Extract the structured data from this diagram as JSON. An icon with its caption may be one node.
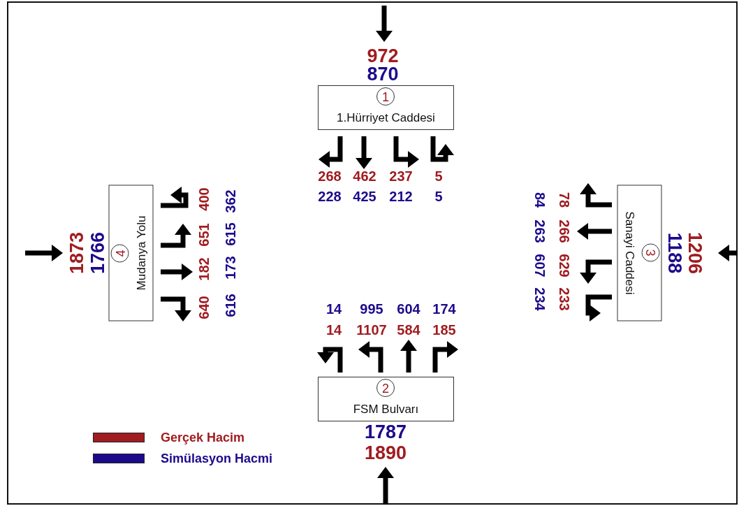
{
  "diagram": {
    "nodes": [
      {
        "text": [
          "1",
          "1.Hürriyet Caddesi"
        ],
        "beside": [
          "972",
          "870"
        ]
      },
      {
        "text": [
          "4",
          "Mudanya Yolu"
        ],
        "beside": [
          "1873",
          "1766"
        ]
      },
      {
        "text": [
          "3",
          "Sanayi Caddesi"
        ],
        "beside": [
          "1206",
          "1188"
        ]
      },
      {
        "text": [
          "2",
          "FSM Bulvarı"
        ],
        "beside": [
          "1787",
          "1890"
        ]
      }
    ],
    "labels": [
      "268",
      "462",
      "237",
      "5",
      "228",
      "425",
      "212",
      "5",
      "400",
      "651",
      "182",
      "640",
      "362",
      "615",
      "173",
      "616",
      "84",
      "263",
      "607",
      "234",
      "78",
      "266",
      "629",
      "233",
      "14",
      "995",
      "604",
      "174",
      "14",
      "1107",
      "584",
      "185"
    ],
    "legend": [
      {
        "text": "Gerçek Hacim",
        "color": "#a01c20"
      },
      {
        "text": "Simülasyon Hacmi",
        "color": "#1c0a8c"
      }
    ]
  }
}
